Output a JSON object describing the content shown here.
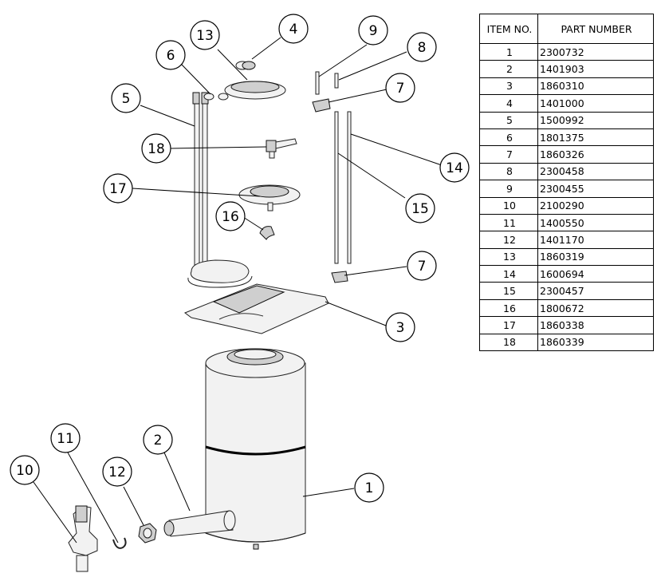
{
  "bom": {
    "headers": {
      "item": "ITEM NO.",
      "part_number": "PART NUMBER"
    },
    "rows": [
      {
        "item": "1",
        "part_number": "2300732"
      },
      {
        "item": "2",
        "part_number": "1401903"
      },
      {
        "item": "3",
        "part_number": "1860310"
      },
      {
        "item": "4",
        "part_number": "1401000"
      },
      {
        "item": "5",
        "part_number": "1500992"
      },
      {
        "item": "6",
        "part_number": "1801375"
      },
      {
        "item": "7",
        "part_number": "1860326"
      },
      {
        "item": "8",
        "part_number": "2300458"
      },
      {
        "item": "9",
        "part_number": "2300455"
      },
      {
        "item": "10",
        "part_number": "2100290"
      },
      {
        "item": "11",
        "part_number": "1400550"
      },
      {
        "item": "12",
        "part_number": "1401170"
      },
      {
        "item": "13",
        "part_number": "1860319"
      },
      {
        "item": "14",
        "part_number": "1600694"
      },
      {
        "item": "15",
        "part_number": "2300457"
      },
      {
        "item": "16",
        "part_number": "1800672"
      },
      {
        "item": "17",
        "part_number": "1860338"
      },
      {
        "item": "18",
        "part_number": "1860339"
      }
    ]
  },
  "balloons": [
    "1",
    "2",
    "3",
    "4",
    "5",
    "6",
    "7",
    "7",
    "8",
    "9",
    "10",
    "11",
    "12",
    "13",
    "14",
    "15",
    "16",
    "17",
    "18"
  ]
}
